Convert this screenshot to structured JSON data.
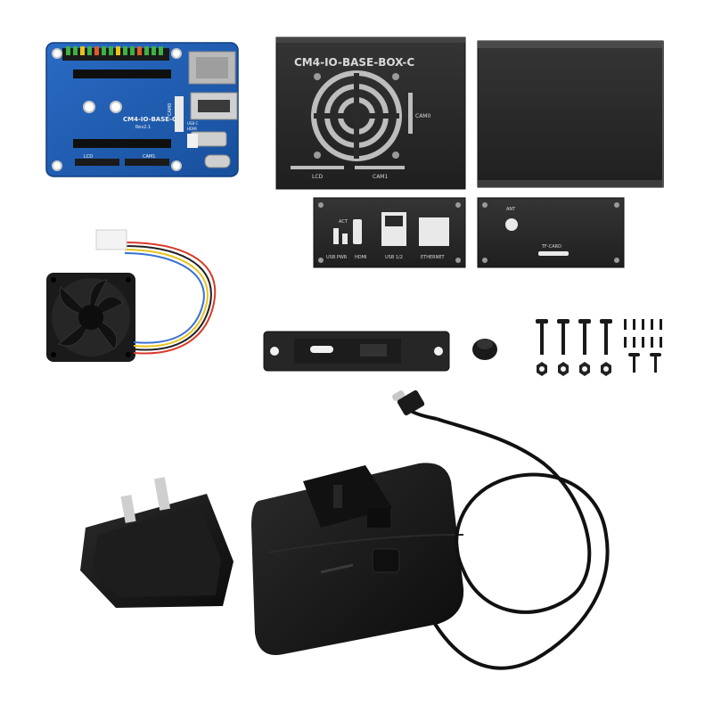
{
  "board": {
    "name": "CM4-IO-BASE-C",
    "rev": "Rev2.1",
    "cam_label": "CAM0",
    "lcd_label": "LCD",
    "cam1_label": "CAM1",
    "usbc_label": "USB C",
    "hdmi_label": "HDMI"
  },
  "case_top": {
    "title": "CM4-IO-BASE-BOX-C",
    "cam0": "CAM0",
    "lcd": "LCD",
    "cam1": "CAM1"
  },
  "front_panel": {
    "act": "ACT",
    "usb_pwr": "USB PWR",
    "hdmi": "HDMI",
    "usb12": "USB 1/2",
    "ethernet": "ETHERNET"
  },
  "back_panel": {
    "ant": "ANT",
    "tf_card": "TF-CARD"
  },
  "colors": {
    "pcb_blue": "#1f5fb5",
    "case_black": "#2a2a2a",
    "plastic_black": "#161616"
  }
}
